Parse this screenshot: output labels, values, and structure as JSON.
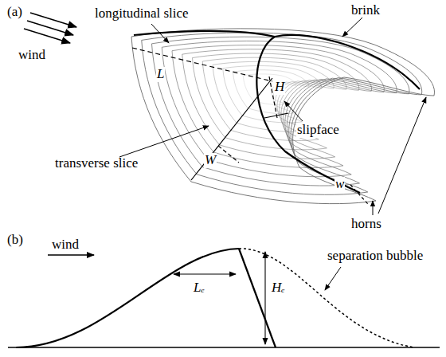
{
  "diagram": {
    "labels": [
      "(a)",
      "longitudinal slice",
      "brink",
      "wind",
      "L",
      "H",
      "slipface",
      "transverse slice",
      "W",
      "w",
      "horns",
      "(b)",
      "wind",
      "separation bubble",
      "Lₑ",
      "Hₑ"
    ]
  }
}
